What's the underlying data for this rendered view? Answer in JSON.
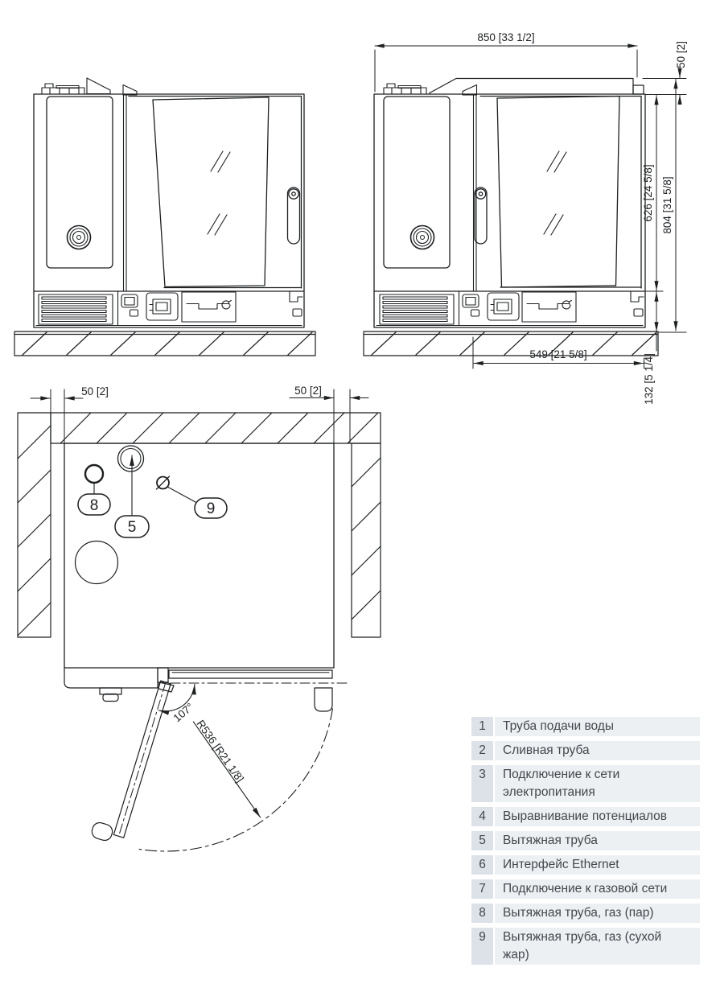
{
  "drawing": {
    "dimensions_front": {
      "total_width": "850 [33 1/2]",
      "top_clearance": "50 [2]",
      "body_height": "626 [24 5/8]",
      "total_height": "804 [31 5/8]",
      "lower_width": "549 [21 5/8]",
      "base_height": "132 [5 1/4]"
    },
    "dimensions_plan": {
      "left_clearance": "50 [2]",
      "right_clearance": "50 [2]",
      "door_angle": "107°",
      "door_radius": "R536 [R21 1/8]"
    },
    "callouts": {
      "exhaust_gas_steam": "8",
      "exhaust": "5",
      "exhaust_gas_dry": "9"
    }
  },
  "legend": {
    "rows": [
      {
        "num": "1",
        "label": "Труба подачи воды"
      },
      {
        "num": "2",
        "label": "Сливная труба"
      },
      {
        "num": "3",
        "label": "Подключение к сети\nэлектропитания"
      },
      {
        "num": "4",
        "label": "Выравнивание потенциалов"
      },
      {
        "num": "5",
        "label": "Вытяжная труба"
      },
      {
        "num": "6",
        "label": "Интерфейс Ethernet"
      },
      {
        "num": "7",
        "label": "Подключение к газовой сети"
      },
      {
        "num": "8",
        "label": "Вытяжная труба, газ (пар)"
      },
      {
        "num": "9",
        "label": "Вытяжная труба, газ (сухой\nжар)"
      }
    ]
  },
  "colors": {
    "line": "#1d1f21",
    "legend_number_bg": "#dce2e8",
    "legend_label_bg": "#edf0f3",
    "legend_text": "#43474c"
  }
}
